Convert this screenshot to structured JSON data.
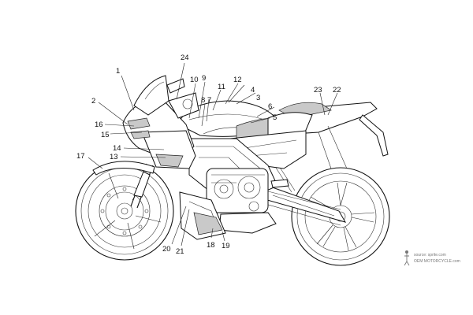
{
  "diagram": {
    "callouts": [
      {
        "id": "c1",
        "label": "1"
      },
      {
        "id": "c2",
        "label": "2"
      },
      {
        "id": "c3",
        "label": "3"
      },
      {
        "id": "c4",
        "label": "4"
      },
      {
        "id": "c5",
        "label": "5"
      },
      {
        "id": "c6",
        "label": "6"
      },
      {
        "id": "c7",
        "label": "7"
      },
      {
        "id": "c8",
        "label": "8"
      },
      {
        "id": "c9",
        "label": "9"
      },
      {
        "id": "c10",
        "label": "10"
      },
      {
        "id": "c11",
        "label": "11"
      },
      {
        "id": "c12",
        "label": "12"
      },
      {
        "id": "c13",
        "label": "13"
      },
      {
        "id": "c14",
        "label": "14"
      },
      {
        "id": "c15",
        "label": "15"
      },
      {
        "id": "c16",
        "label": "16"
      },
      {
        "id": "c17",
        "label": "17"
      },
      {
        "id": "c18",
        "label": "18"
      },
      {
        "id": "c19",
        "label": "19"
      },
      {
        "id": "c20",
        "label": "20"
      },
      {
        "id": "c21",
        "label": "21"
      },
      {
        "id": "c22",
        "label": "22"
      },
      {
        "id": "c23",
        "label": "23"
      },
      {
        "id": "c24",
        "label": "24"
      }
    ]
  },
  "watermark": {
    "line1": "source: sprite.com",
    "line2": "OEM MOTORCYCLE.com"
  },
  "icons": {
    "watermark_logo": "figure-icon"
  }
}
